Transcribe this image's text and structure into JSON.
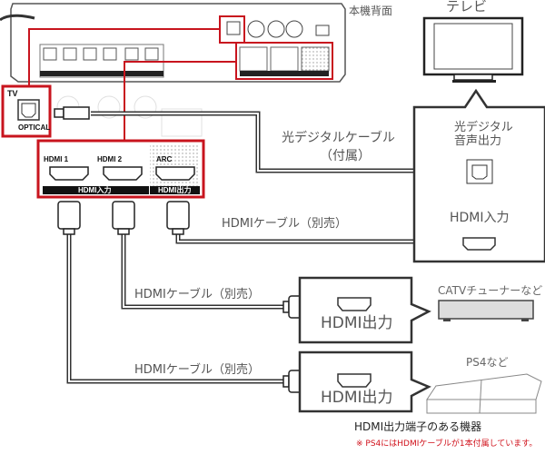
{
  "unit_rear_label": "本機背面",
  "tv_label": "テレビ",
  "unit_ports": {
    "tv_optical_tag": "TV",
    "optical_label": "OPTICAL",
    "hdmi1": "HDMI 1",
    "hdmi2": "HDMI 2",
    "arc": "ARC",
    "hdmi_in_bar": "HDMI入力",
    "hdmi_out_bar": "HDMI出力"
  },
  "optical_cable": {
    "label": "光デジタルケーブル",
    "note": "（付属）"
  },
  "tv_panel": {
    "optical_out": "光デジタル\n音声出力",
    "optical_out_line1": "光デジタル",
    "optical_out_line2": "音声出力",
    "hdmi_in": "HDMI入力"
  },
  "hdmi_cables": [
    {
      "label": "HDMIケーブル（別売）"
    },
    {
      "label": "HDMIケーブル（別売）"
    },
    {
      "label": "HDMIケーブル（別売）"
    }
  ],
  "sources": [
    {
      "port_label": "HDMI出力",
      "device": "CATVチューナーなど"
    },
    {
      "port_label": "HDMI出力",
      "device": "PS4など"
    }
  ],
  "sources_caption": "HDMI出力端子のある機器",
  "footnote": "※ PS4にはHDMIケーブルが1本付属しています。",
  "colors": {
    "highlight": "#c8141e",
    "cable": "#333333",
    "note": "#d0101a"
  }
}
